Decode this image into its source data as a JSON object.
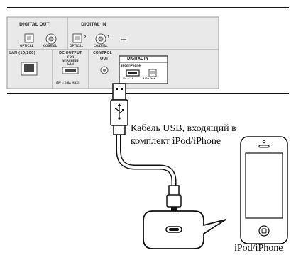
{
  "panel": {
    "digital_out": "DIGITAL OUT",
    "optical": "OPTICAL",
    "coaxial": "COAXIAL",
    "digital_in_top": "DIGITAL IN",
    "optical_in": "OPTICAL",
    "coaxial_in": "COAXIAL",
    "num_2": "2",
    "num_1": "1",
    "lan": "LAN (10/100)",
    "dc_output": "DC OUTPUT",
    "dc_for": "FOR",
    "dc_wireless": "WIRELESS",
    "dc_lan": "LAN",
    "dc_rating": "(5V ⎓ 0.6A MAX)",
    "control_out": "CONTROL",
    "control_out2": "OUT",
    "digital_in_box": "DIGITAL IN",
    "ipod_iphone_port": "iPod/iPhone",
    "port_rating": "5V ⎓ 1A",
    "usb_dac": "USB DAC"
  },
  "callout": {
    "line1": "Кабель USB, входящий в",
    "line2": "комплект iPod/iPhone"
  },
  "device_label": "iPod/iPhone"
}
